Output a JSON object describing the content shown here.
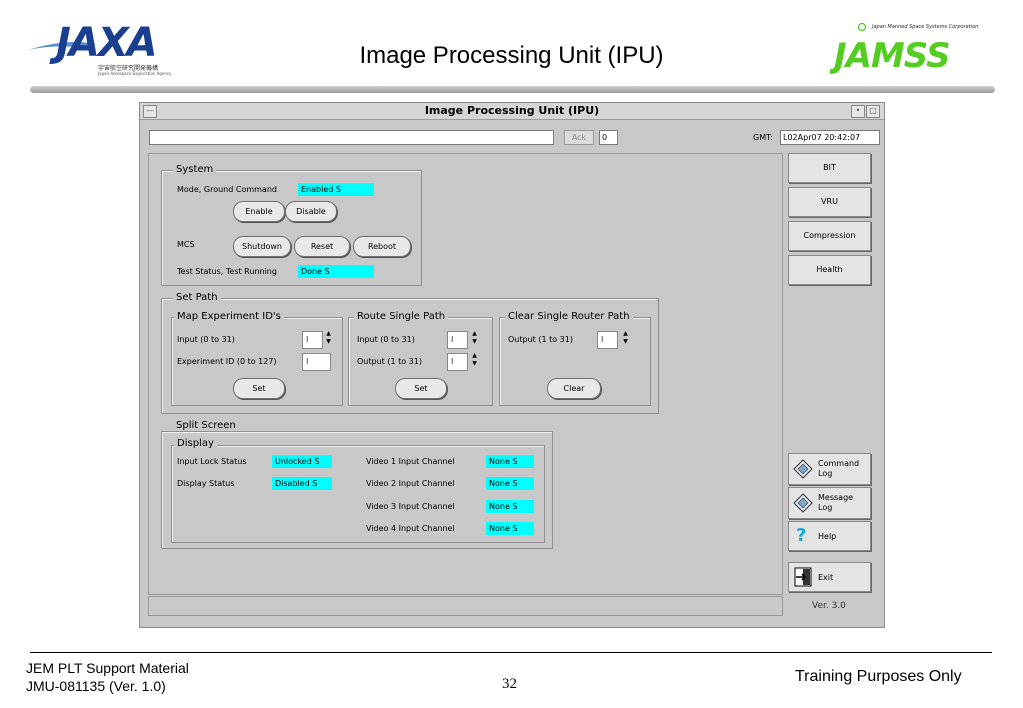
{
  "slide": {
    "title": "Image Processing Unit (IPU)",
    "left_logo": "JAXA",
    "left_logo_sub": "宇宙航空研究開発機構",
    "left_logo_sub2": "Japan Aerospace Exploration Agency",
    "right_logo": "JAMSS",
    "right_logo_sub": "Japan Manned Space Systems Corporation",
    "footer_left_1": "JEM PLT Support Material",
    "footer_left_2": "JMU-081135 (Ver. 1.0)",
    "page_number": "32",
    "footer_right": "Training Purposes Only"
  },
  "window": {
    "title": "Image Processing Unit (IPU)",
    "ack_label": "Ack",
    "ack_count": "0",
    "gmt_label": "GMT:",
    "gmt_value": "L02Apr07 20:42:07",
    "version": "Ver. 3.0"
  },
  "system": {
    "title": "System",
    "mode_label": "Mode, Ground Command",
    "mode_value": "Enabled S",
    "enable_label": "Enable",
    "disable_label": "Disable",
    "mcs_label": "MCS",
    "shutdown_label": "Shutdown",
    "reset_label": "Reset",
    "reboot_label": "Reboot",
    "test_label": "Test Status, Test Running",
    "test_value": "Done S"
  },
  "set_path": {
    "title": "Set Path",
    "map": {
      "title": "Map Experiment ID's",
      "input_label": "Input (0 to 31)",
      "exp_label": "Experiment ID (0 to 127)",
      "set_label": "Set"
    },
    "route": {
      "title": "Route Single Path",
      "input_label": "Input (0 to 31)",
      "output_label": "Output (1 to 31)",
      "set_label": "Set"
    },
    "clear": {
      "title": "Clear Single Router Path",
      "output_label": "Output (1 to 31)",
      "clear_label": "Clear"
    }
  },
  "split_screen": {
    "title": "Split Screen",
    "display_title": "Display",
    "input_lock_label": "Input Lock Status",
    "input_lock_value": "Unlocked S",
    "display_status_label": "Display Status",
    "display_status_value": "Disabled S",
    "channels": [
      {
        "label": "Video 1 Input Channel",
        "value": "None S"
      },
      {
        "label": "Video 2 Input Channel",
        "value": "None S"
      },
      {
        "label": "Video 3 Input Channel",
        "value": "None S"
      },
      {
        "label": "Video 4 Input Channel",
        "value": "None S"
      }
    ]
  },
  "sidebar": {
    "bit": "BIT",
    "vru": "VRU",
    "compression": "Compression",
    "health": "Health",
    "command_log_1": "Command",
    "command_log_2": "Log",
    "message_log_1": "Message",
    "message_log_2": "Log",
    "help": "Help",
    "exit": "Exit"
  },
  "colors": {
    "status_cyan": "#00ffff",
    "jaxa_blue": "#1b3f8f",
    "jamss_green": "#55cc22"
  }
}
